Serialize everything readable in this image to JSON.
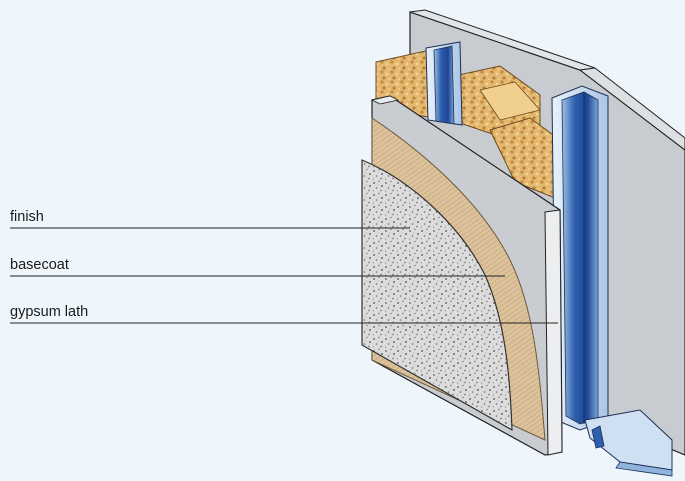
{
  "labels": {
    "finish": "finish",
    "basecoat": "basecoat",
    "gypsum_lath": "gypsum lath"
  },
  "colors": {
    "background": "#eef6fc",
    "gypsum_board": "#c8ccd0",
    "steel_stud": "#2c5aa8",
    "insulation": "#d9a25a",
    "basecoat": "#dcc09a",
    "finish": "#d6d6d6",
    "leader_line": "#222222"
  }
}
